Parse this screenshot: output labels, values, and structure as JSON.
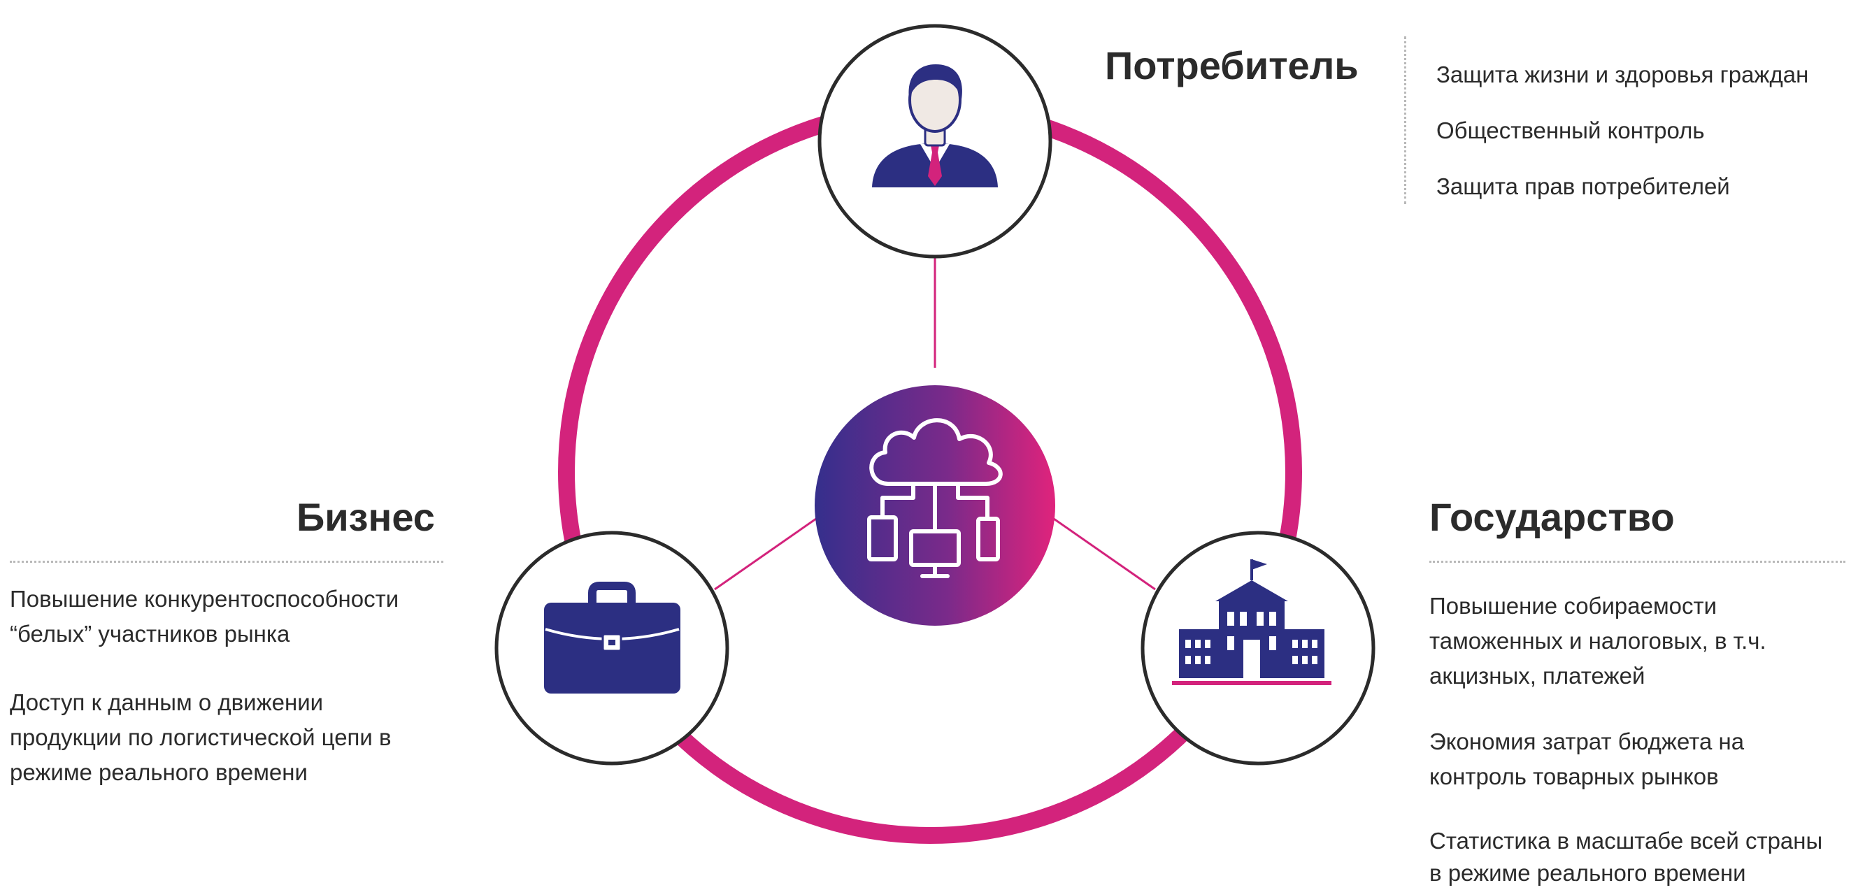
{
  "consumer": {
    "heading": "Потребитель",
    "items": [
      "Защита жизни и здоровья граждан",
      "Общественный контроль",
      "Защита прав потребителей"
    ]
  },
  "business": {
    "heading": "Бизнес",
    "items": [
      "Повышение конкурентоспособности",
      "“белых” участников рынка",
      "Доступ к данным о движении",
      "продукции по логистической цепи в",
      "режиме реального времени"
    ]
  },
  "state": {
    "heading": "Государство",
    "items": [
      "Повышение собираемости",
      "таможенных и налоговых, в т.ч.",
      "акцизных, платежей",
      "Экономия затрат бюджета на",
      "контроль товарных рынков",
      "Статистика в масштабе всей страны",
      "в режиме реального времени"
    ]
  },
  "colors": {
    "ring": "#d3237c",
    "navy": "#2c2f82",
    "accent_red": "#d3237c",
    "gradient_start": "#3a2f8e",
    "gradient_end": "#d3237c",
    "text": "#2b2b2b",
    "divider": "#b9b9b9"
  },
  "icons": {
    "consumer": "person-icon",
    "business": "briefcase-icon",
    "state": "government-building-icon",
    "center": "cloud-network-icon"
  }
}
